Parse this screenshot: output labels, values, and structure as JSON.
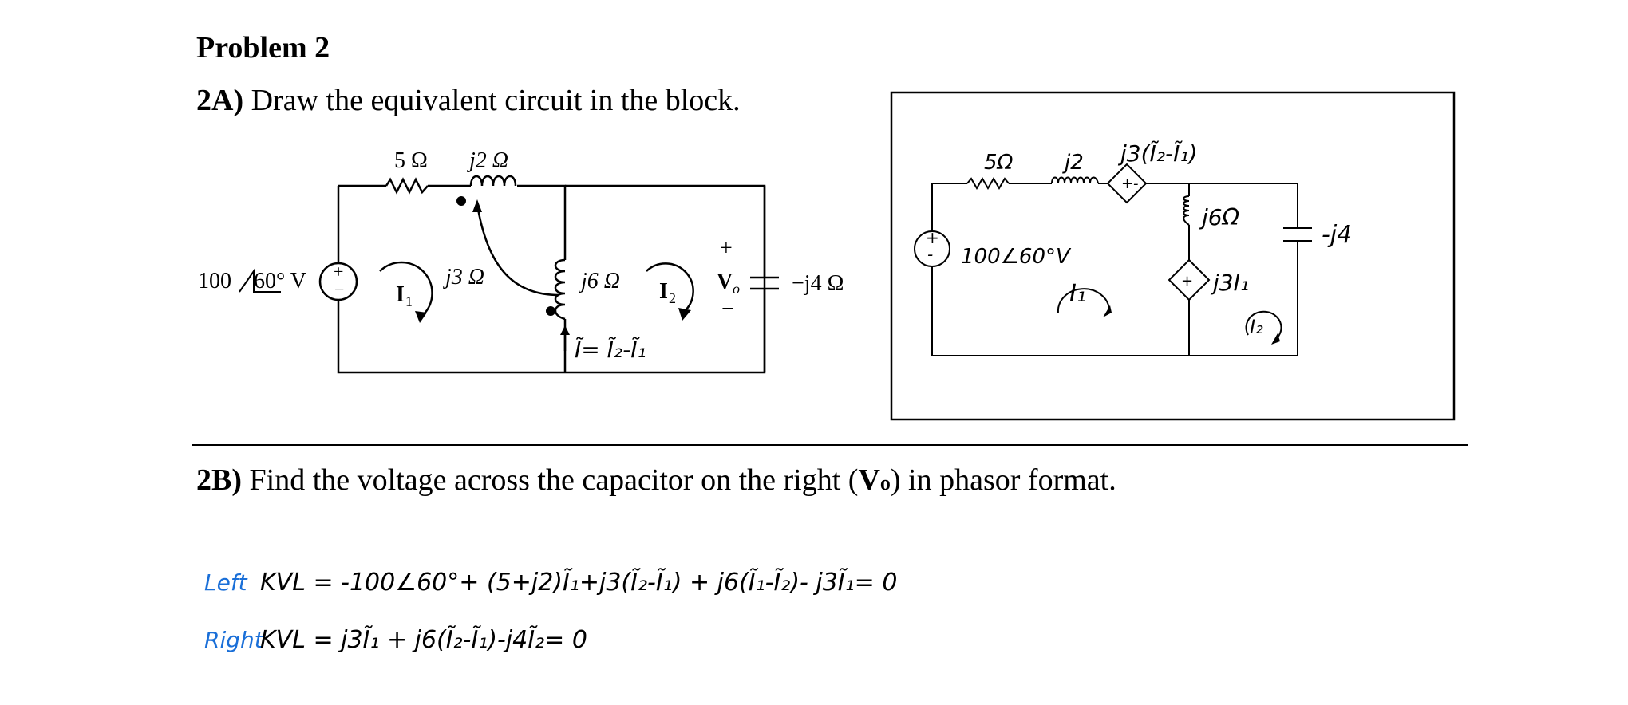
{
  "problem_title": "Problem 2",
  "part_a": {
    "label": "2A)",
    "text": "Draw the equivalent circuit in the block."
  },
  "part_b": {
    "label": "2B)",
    "text_before": "Find the voltage across the capacitor on the right (",
    "symbol": "V",
    "subscript": "o",
    "text_after": ") in phasor format."
  },
  "given_circuit": {
    "r1": "5 Ω",
    "l1": "j2 Ω",
    "mutual": "j3 Ω",
    "l2": "j6 Ω",
    "cap": "−j4 Ω",
    "source": "100",
    "source_angle": "60° V",
    "mesh1": "I",
    "mesh1_sub": "1",
    "mesh2": "I",
    "mesh2_sub": "2",
    "vo_plus": "+",
    "vo": "V",
    "vo_sub": "o",
    "vo_minus": "−",
    "current_note": "Ĩ= Ĩ₂-Ĩ₁"
  },
  "equivalent_circuit": {
    "r1": "5Ω",
    "l1": "j2",
    "dep_source_1": "j3(Ĩ₂-Ĩ₁)",
    "l2": "j6Ω",
    "cap": "-j4",
    "source": "100∠60°V",
    "mesh1": "I₁",
    "dep_source_2": "j3I₁",
    "mesh2": "I₂"
  },
  "equations": [
    {
      "label": "Left",
      "text": "KVL = -100∠60°+ (5+j2)Ĩ₁+j3(Ĩ₂-Ĩ₁) + j6(Ĩ₁-Ĩ₂)- j3Ĩ₁= 0"
    },
    {
      "label": "Right",
      "text": "KVL = j3Ĩ₁ + j6(Ĩ₂-Ĩ₁)-j4Ĩ₂= 0"
    }
  ],
  "colors": {
    "ink": "#000000",
    "label_blue": "#1a6fd8"
  }
}
